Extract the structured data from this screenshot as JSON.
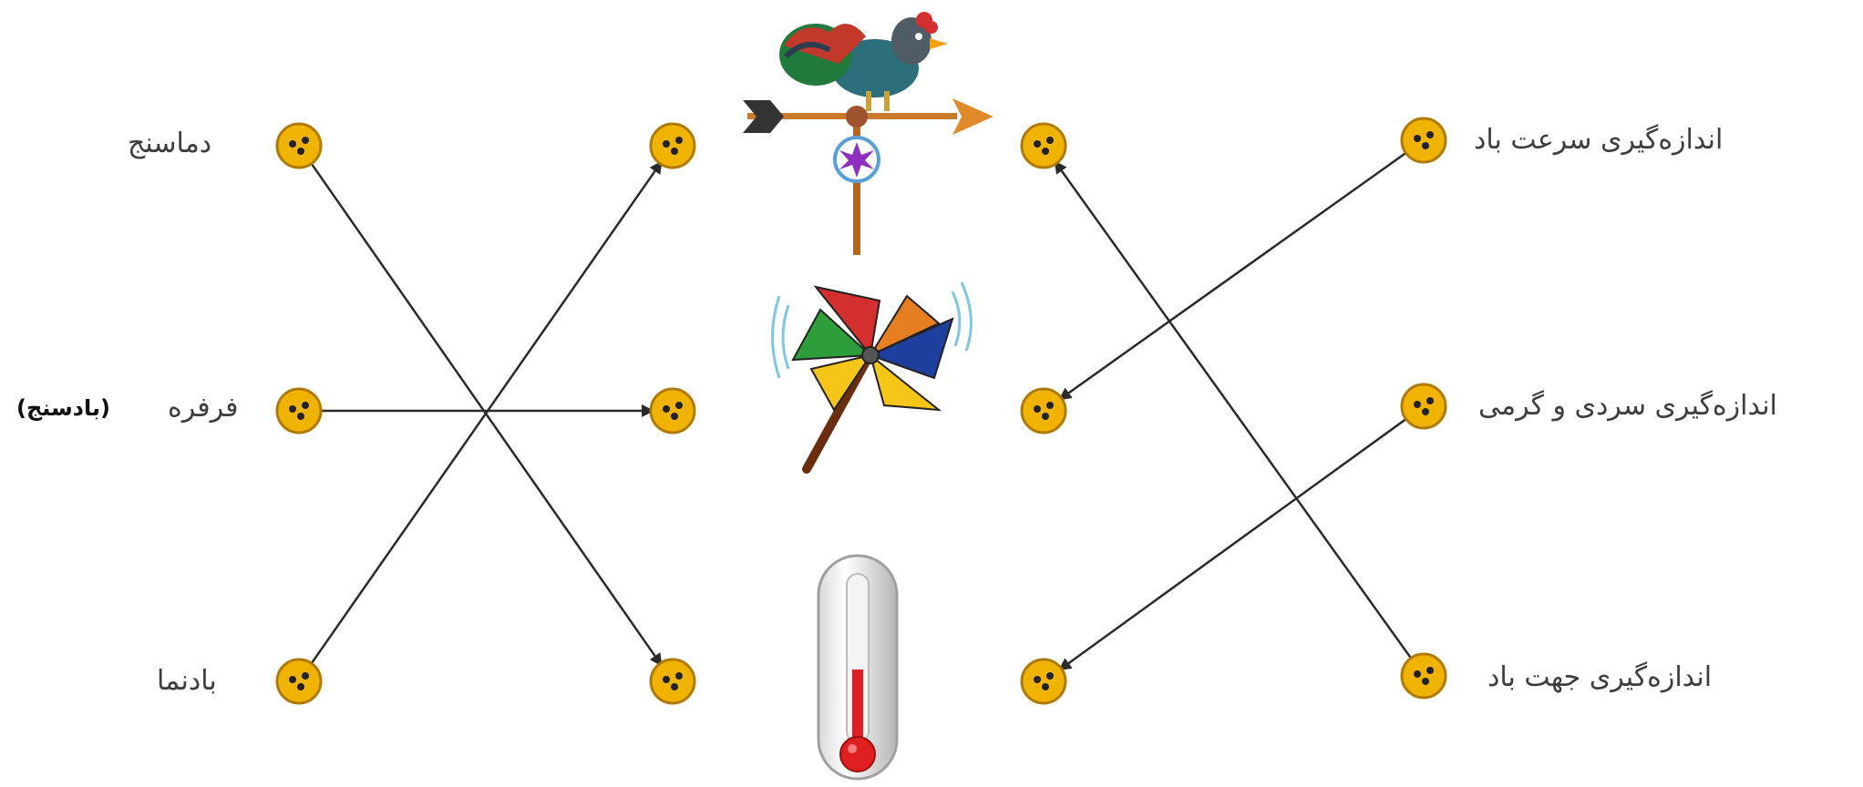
{
  "left_column": {
    "items": [
      {
        "label": "دماسنج"
      },
      {
        "label": "فرفره"
      },
      {
        "label": "بادنما"
      }
    ],
    "note": "(بادسنج)"
  },
  "right_column": {
    "items": [
      {
        "label": "اندازه‌گیری سرعت باد"
      },
      {
        "label": "اندازه‌گیری سردی و گرمی"
      },
      {
        "label": "اندازه‌گیری جهت باد"
      }
    ]
  },
  "pictures": [
    {
      "icon": "weather-vane-icon"
    },
    {
      "icon": "pinwheel-icon"
    },
    {
      "icon": "thermometer-icon"
    }
  ],
  "connections": [
    {
      "from": "left.0",
      "to": "img.2"
    },
    {
      "from": "left.1",
      "to": "img.1"
    },
    {
      "from": "left.2",
      "to": "img.0"
    },
    {
      "from": "right.0",
      "to": "imgr.1"
    },
    {
      "from": "right.1",
      "to": "imgr.2"
    },
    {
      "from": "right.2",
      "to": "imgr.0"
    }
  ],
  "colors": {
    "dot_fill": "#f0b400",
    "dot_stroke": "#b07a00",
    "line": "#2a2a2a"
  }
}
